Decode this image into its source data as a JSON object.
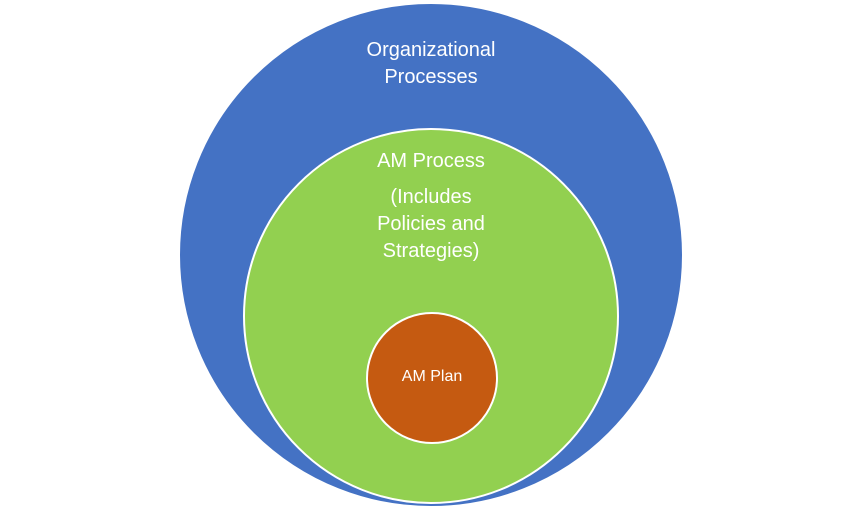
{
  "diagram": {
    "outer": {
      "line1": "Organizational",
      "line2": "Processes",
      "color": "#4472c4"
    },
    "middle": {
      "title": "AM Process",
      "sub_line1": "(Includes",
      "sub_line2": "Policies and",
      "sub_line3": "Strategies)",
      "color": "#92d050"
    },
    "inner": {
      "label": "AM Plan",
      "color": "#c55a11"
    }
  }
}
